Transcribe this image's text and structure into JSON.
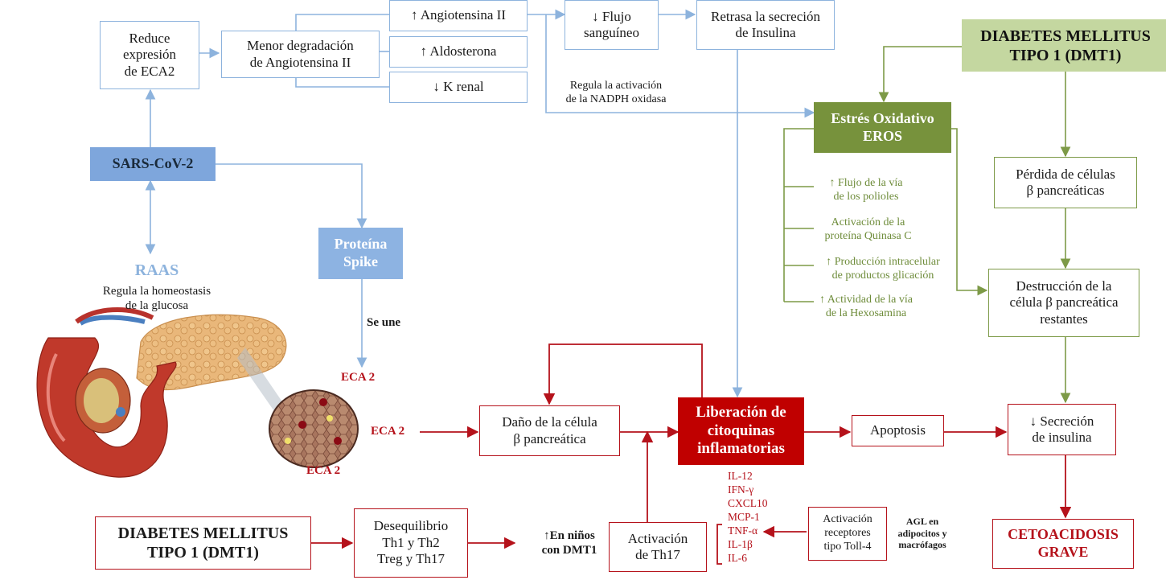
{
  "boxes": {
    "reduce_eca2": "Reduce\nexpresión\nde ECA2",
    "menor_degradacion": "Menor degradación\nde Angiotensina II",
    "angiotensina": "↑ Angiotensina II",
    "aldosterona": "↑ Aldosterona",
    "k_renal": "↓ K renal",
    "flujo": "↓ Flujo\nsanguíneo",
    "retrasa": "Retrasa la secreción\nde Insulina",
    "dmt1_top": "DIABETES MELLITUS\nTIPO 1 (DMT1)",
    "estres": "Estrés Oxidativo\nEROS",
    "sars": "SARS-CoV-2",
    "perdida": "Pérdida de células\nβ pancreáticas",
    "proteina": "Proteína\nSpike",
    "destruccion": "Destrucción de la\ncélula β pancreática\nrestantes",
    "dano": "Daño de la célula\nβ pancreática",
    "liberacion": "Liberación de\ncitoquinas\ninflamatorias",
    "apoptosis": "Apoptosis",
    "secrecion": "↓ Secreción\nde insulina",
    "dmt1_bottom": "DIABETES MELLITUS\nTIPO 1 (DMT1)",
    "desequilibrio": "Desequilibrio\nTh1 y Th2\nTreg y Th17",
    "activacion_th17": "Activación\nde Th17",
    "toll": "Activación\nreceptores\ntipo Toll-4",
    "cetoacidosis": "CETOACIDOSIS\nGRAVE"
  },
  "labels": {
    "nadph": "Regula  la activación\nde la NADPH oxidasa",
    "raas": "RAAS",
    "raas_desc": "Regula la homeostasis\nde la glucosa",
    "se_une": "Se une",
    "eca2_1": "ECA 2",
    "eca2_2": "ECA 2",
    "eca2_3": "ECA 2",
    "ninos": "↑En niños\ncon DMT1",
    "agl": "AGL en\nadipocitos y\nmacrófagos",
    "cytokines": "IL-12\nIFN-γ\nCXCL10\nMCP-1\nTNF-α\nIL-1β\nIL-6"
  },
  "stress_items": [
    "↑ Flujo de la vía\nde los polioles",
    "Activación de la\nproteína Quinasa C",
    "↑ Producción intracelular\nde productos glicación",
    "↑ Actividad de la vía\nde la Hexosamina"
  ],
  "colors": {
    "blue": "#8db3dd",
    "green": "#77923c",
    "light_green": "#c4d7a0",
    "red": "#c00000",
    "dark_red": "#b5121b"
  }
}
